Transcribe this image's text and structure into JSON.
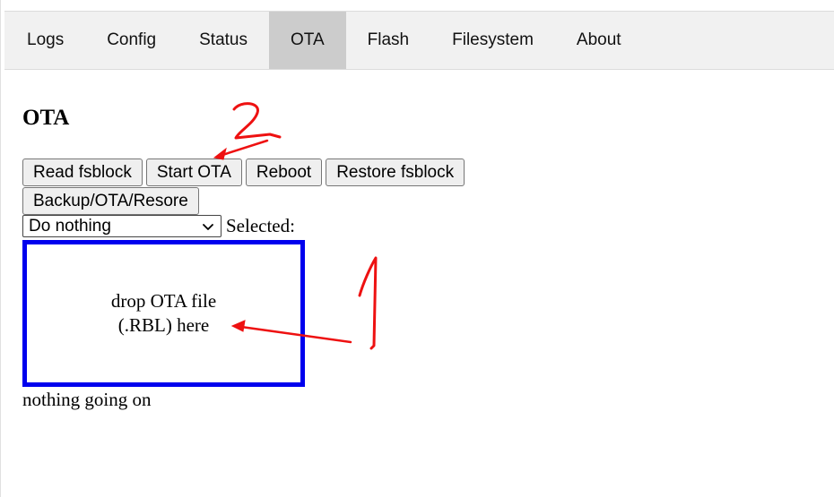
{
  "nav": {
    "tabs": [
      {
        "label": "Logs"
      },
      {
        "label": "Config"
      },
      {
        "label": "Status"
      },
      {
        "label": "OTA",
        "active": true
      },
      {
        "label": "Flash"
      },
      {
        "label": "Filesystem"
      },
      {
        "label": "About"
      }
    ]
  },
  "ota": {
    "title": "OTA",
    "buttons": {
      "read_fsblock": "Read fsblock",
      "start_ota": "Start OTA",
      "reboot": "Reboot",
      "restore_fsblock": "Restore fsblock",
      "backup_ota_restore": "Backup/OTA/Resore"
    },
    "mode_select": {
      "value": "Do nothing"
    },
    "selected_label": "Selected:",
    "dropzone": {
      "line1": "drop OTA file",
      "line2": "(.RBL) here"
    },
    "status": "nothing going on"
  },
  "annotations": {
    "color": "#ee1111",
    "marker1": "1",
    "marker2": "2"
  },
  "colors": {
    "dropzone_border": "#0000ee",
    "active_tab": "#cccccc",
    "navbar_bg": "#f1f1f1"
  }
}
